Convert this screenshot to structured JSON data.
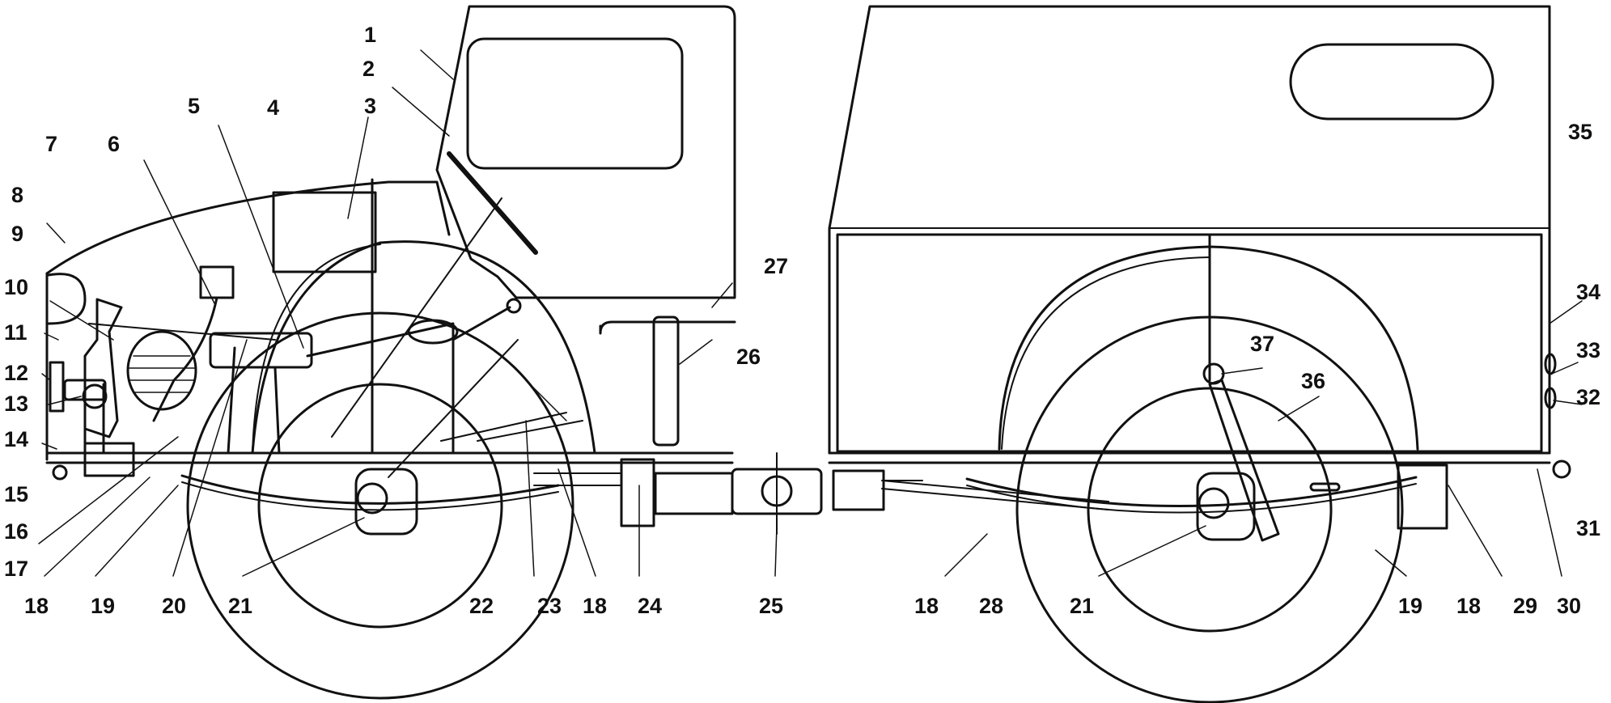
{
  "labels": [
    {
      "id": "1",
      "text": "1"
    },
    {
      "id": "2",
      "text": "2"
    },
    {
      "id": "3",
      "text": "3"
    },
    {
      "id": "4",
      "text": "4"
    },
    {
      "id": "5",
      "text": "5"
    },
    {
      "id": "6",
      "text": "6"
    },
    {
      "id": "7",
      "text": "7"
    },
    {
      "id": "8",
      "text": "8"
    },
    {
      "id": "9",
      "text": "9"
    },
    {
      "id": "10",
      "text": "10"
    },
    {
      "id": "11",
      "text": "11"
    },
    {
      "id": "12",
      "text": "12"
    },
    {
      "id": "13",
      "text": "13"
    },
    {
      "id": "14",
      "text": "14"
    },
    {
      "id": "15",
      "text": "15"
    },
    {
      "id": "16",
      "text": "16"
    },
    {
      "id": "17",
      "text": "17"
    },
    {
      "id": "18a",
      "text": "18"
    },
    {
      "id": "19a",
      "text": "19"
    },
    {
      "id": "20",
      "text": "20"
    },
    {
      "id": "21a",
      "text": "21"
    },
    {
      "id": "22",
      "text": "22"
    },
    {
      "id": "23",
      "text": "23"
    },
    {
      "id": "18b",
      "text": "18"
    },
    {
      "id": "24",
      "text": "24"
    },
    {
      "id": "25",
      "text": "25"
    },
    {
      "id": "26",
      "text": "26"
    },
    {
      "id": "27",
      "text": "27"
    },
    {
      "id": "18c",
      "text": "18"
    },
    {
      "id": "28",
      "text": "28"
    },
    {
      "id": "21b",
      "text": "21"
    },
    {
      "id": "19b",
      "text": "19"
    },
    {
      "id": "18d",
      "text": "18"
    },
    {
      "id": "29",
      "text": "29"
    },
    {
      "id": "30",
      "text": "30"
    },
    {
      "id": "31",
      "text": "31"
    },
    {
      "id": "32",
      "text": "32"
    },
    {
      "id": "33",
      "text": "33"
    },
    {
      "id": "34",
      "text": "34"
    },
    {
      "id": "35",
      "text": "35"
    },
    {
      "id": "36",
      "text": "36"
    },
    {
      "id": "37",
      "text": "37"
    }
  ]
}
